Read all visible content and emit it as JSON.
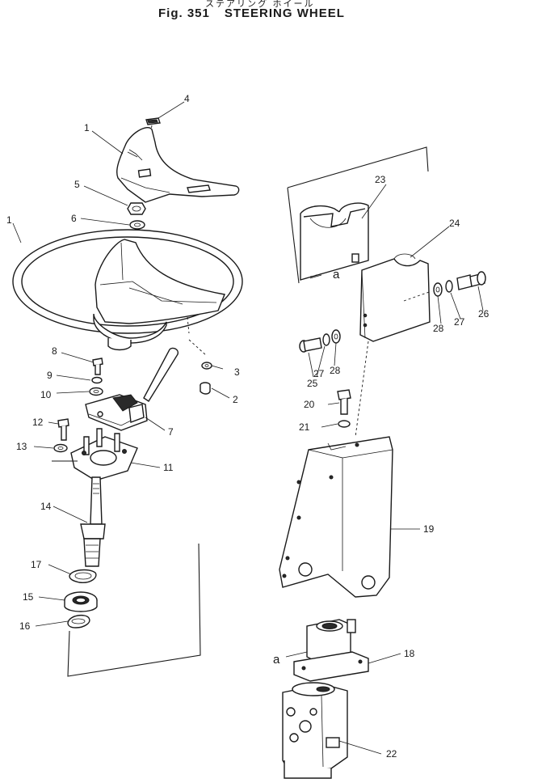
{
  "title": {
    "japanese": "ステアリング ホイール",
    "fig_label": "Fig. 351",
    "name": "STEERING WHEEL"
  },
  "callouts": {
    "p1_cover": "1",
    "p1_wheel": "1",
    "p2": "2",
    "p3": "3",
    "p4": "4",
    "p5": "5",
    "p6": "6",
    "p7": "7",
    "p8": "8",
    "p9": "9",
    "p10": "10",
    "p11": "11",
    "p12": "12",
    "p13": "13",
    "p14": "14",
    "p15": "15",
    "p16": "16",
    "p17": "17",
    "p18": "18",
    "p19": "19",
    "p20": "20",
    "p21": "21",
    "p22": "22",
    "p23": "23",
    "p24": "24",
    "p25": "25",
    "p26": "26",
    "p27_right": "27",
    "p27_left": "27",
    "p28_right": "28",
    "p28_left": "28",
    "ref_a_top": "a",
    "ref_a_bottom": "a"
  }
}
